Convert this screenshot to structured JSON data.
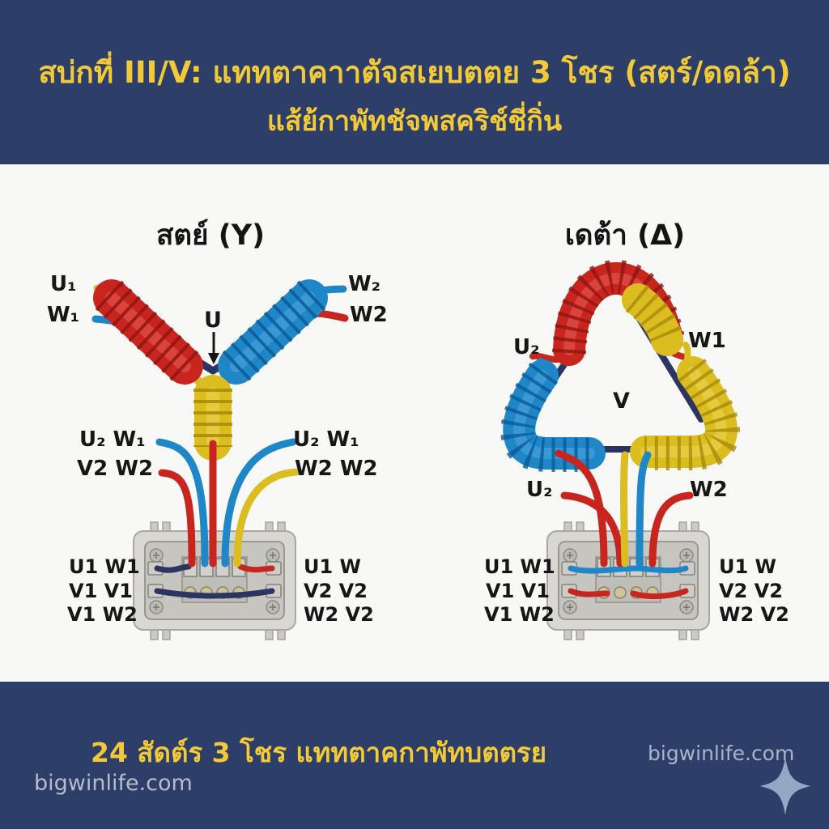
{
  "header": {
    "line1": "สบ่กที่ III/V: แททตาคาาตัจสเยบตตย 3 โชร (สตร์/ดดล้า)",
    "line2": "แส้ย้กาพัทชัจพสคริช์ชี่กิ่น"
  },
  "star": {
    "title": "สตย์ (Y)",
    "wire_labels": {
      "top_left_1": "U₁",
      "top_left_2": "W₁",
      "top_right_1": "W₂",
      "top_right_2": "W2",
      "center_point": "U",
      "mid_left_1": "U₂ W₁",
      "mid_left_2": "V2 W2",
      "mid_right_1": "U₂ W₁",
      "mid_right_2": "W2 W2"
    },
    "terminal_box": {
      "left_rows": [
        "U1 W1",
        "V1 V1",
        "V1 W2"
      ],
      "right_rows": [
        "U1 W",
        "V2 V2",
        "W2 V2"
      ]
    }
  },
  "delta": {
    "title": "เดต้า (Δ)",
    "wire_labels": {
      "upper_left": "U₂",
      "upper_right": "W1",
      "center_point": "V",
      "lower_left": "U₂",
      "lower_right": "W2"
    },
    "terminal_box": {
      "left_rows": [
        "U1 W1",
        "V1 V1",
        "V1 W2"
      ],
      "right_rows": [
        "U1 W",
        "V2 V2",
        "W2 V2"
      ]
    }
  },
  "footer": {
    "caption": "24 สัดต์ร 3 โชร แททตาคกาพัทบตตรย",
    "watermark_right": "bigwinlife.com",
    "watermark_bottom_left": "bigwinlife.com"
  },
  "colors": {
    "band_navy": "#2d3e69",
    "accent_yellow": "#f2c937",
    "coil_red": "#c8251f",
    "coil_blue": "#1f86c8",
    "coil_yellow": "#dcbd20",
    "wire_navy": "#2b3563",
    "watermark_gray": "#b6bdc9",
    "box_gray": "#d9d7d2"
  }
}
